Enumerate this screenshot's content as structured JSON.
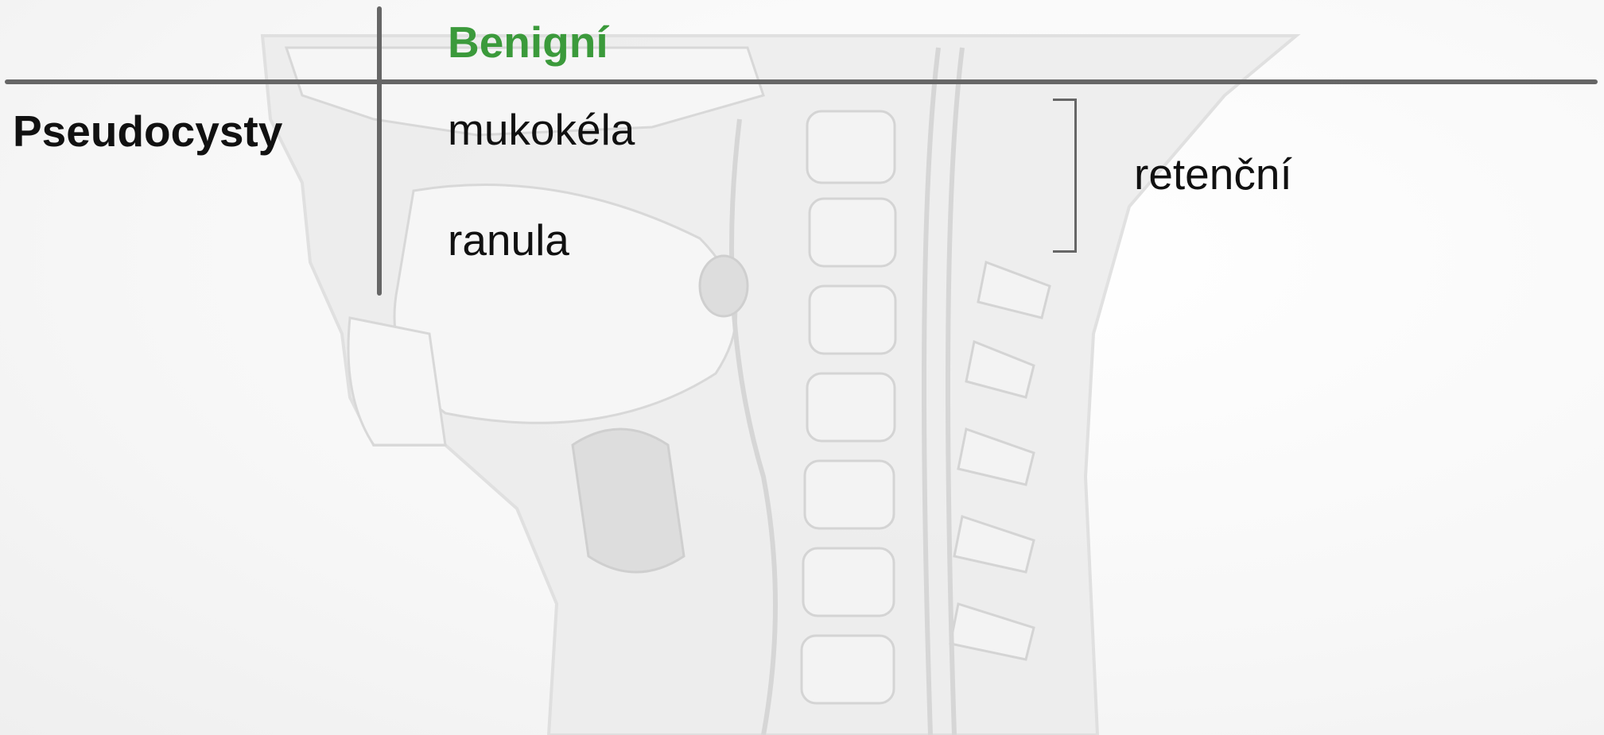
{
  "table": {
    "column_header": "Benigní",
    "row_header": "Pseudocysty",
    "items": [
      {
        "label": "mukokéla"
      },
      {
        "label": "ranula"
      }
    ],
    "group_label": "retenční"
  },
  "colors": {
    "column_header": "#3b9a3b",
    "text": "#111111",
    "lines": "#666666",
    "illustration": "#e6e6e6"
  },
  "background_illustration": {
    "subject": "sagittal head-and-neck anatomy silhouette (faded)"
  }
}
